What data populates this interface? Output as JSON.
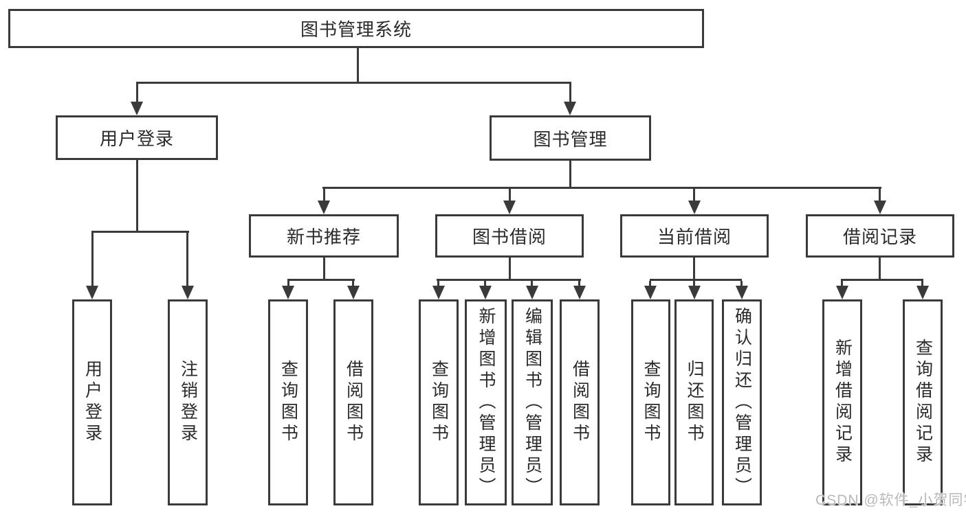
{
  "colors": {
    "line": "#3a3a3a",
    "text": "#2a2a2a",
    "watermark": "#b9b9b9",
    "background": "#ffffff"
  },
  "root": {
    "label": "图书管理系统"
  },
  "level1": {
    "user_login": {
      "label": "用户登录"
    },
    "book_management": {
      "label": "图书管理"
    }
  },
  "level2": {
    "new_book": {
      "label": "新书推荐"
    },
    "book_borrow": {
      "label": "图书借阅"
    },
    "current_borrow": {
      "label": "当前借阅"
    },
    "borrow_record": {
      "label": "借阅记录"
    }
  },
  "leaves": {
    "user_login": [
      "用户登录",
      "注销登录"
    ],
    "new_book": [
      "查询图书",
      "借阅图书"
    ],
    "book_borrow": [
      "查询图书",
      "新增图书（管理员）",
      "编辑图书（管理员）",
      "借阅图书"
    ],
    "current_borrow": [
      "查询图书",
      "归还图书",
      "确认归还（管理员）"
    ],
    "borrow_record": [
      "新增借阅记录",
      "查询借阅记录"
    ]
  },
  "watermark": "CSDN @软件_小贺同学"
}
